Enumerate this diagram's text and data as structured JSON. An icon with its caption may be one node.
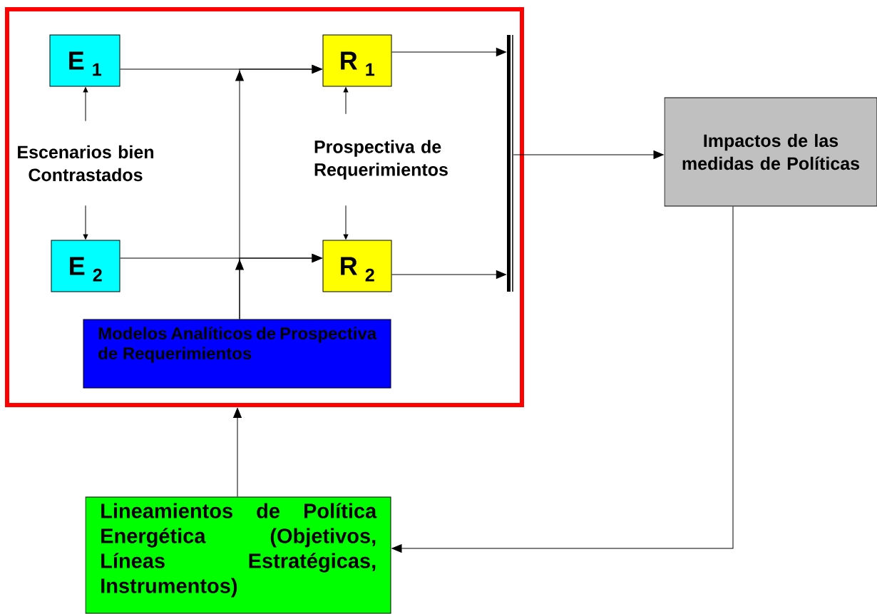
{
  "diagram": {
    "nodes": [
      {
        "text": [],
        "shape": "box"
      },
      {
        "text": [
          "E $_{1}$"
        ],
        "in": 0
      },
      {
        "text": [
          "R $_{1}$"
        ],
        "in": 0
      },
      {
        "text": [],
        "shape": "bar",
        "in": 0
      },
      {
        "text": [
          "Escenarios bien Contrastados"
        ],
        "in": 0
      },
      {
        "text": [
          "Prospectiva de Requerimientos"
        ],
        "in": 0
      },
      {
        "text": [
          "E $_{2}$"
        ],
        "in": 0
      },
      {
        "text": [
          "R $_{2}$"
        ],
        "in": 0
      },
      {
        "text": [
          "Modelos Analíticos de Prospectiva de Requerimientos"
        ],
        "in": 0
      },
      {
        "text": [
          "Impactos de las medidas de Políticas"
        ]
      },
      {
        "text": [
          "Lineamientos de Política Energética (Objetivos, Líneas Estratégicas, Instrumentos)"
        ]
      }
    ],
    "edges": [
      {
        "from": 1,
        "to": 2,
        "arrow": "to"
      },
      {
        "from": 8,
        "to": 2,
        "arrow": "to"
      },
      {
        "from": 8,
        "to": 7,
        "arrow": "to"
      },
      {
        "from": 6,
        "to": 7,
        "arrow": "to"
      },
      {
        "from": 4,
        "to": 1,
        "arrow": "to"
      },
      {
        "from": 4,
        "to": 6,
        "arrow": "to"
      },
      {
        "from": 5,
        "to": 2,
        "arrow": "to"
      },
      {
        "from": 5,
        "to": 7,
        "arrow": "to"
      },
      {
        "from": 2,
        "to": 3,
        "arrow": "to"
      },
      {
        "from": 7,
        "to": 3,
        "arrow": "to"
      },
      {
        "from": 3,
        "to": 9,
        "arrow": "to"
      },
      {
        "from": 9,
        "to": 10,
        "arrow": "to"
      },
      {
        "from": 10,
        "to": 0,
        "arrow": "to"
      }
    ]
  }
}
